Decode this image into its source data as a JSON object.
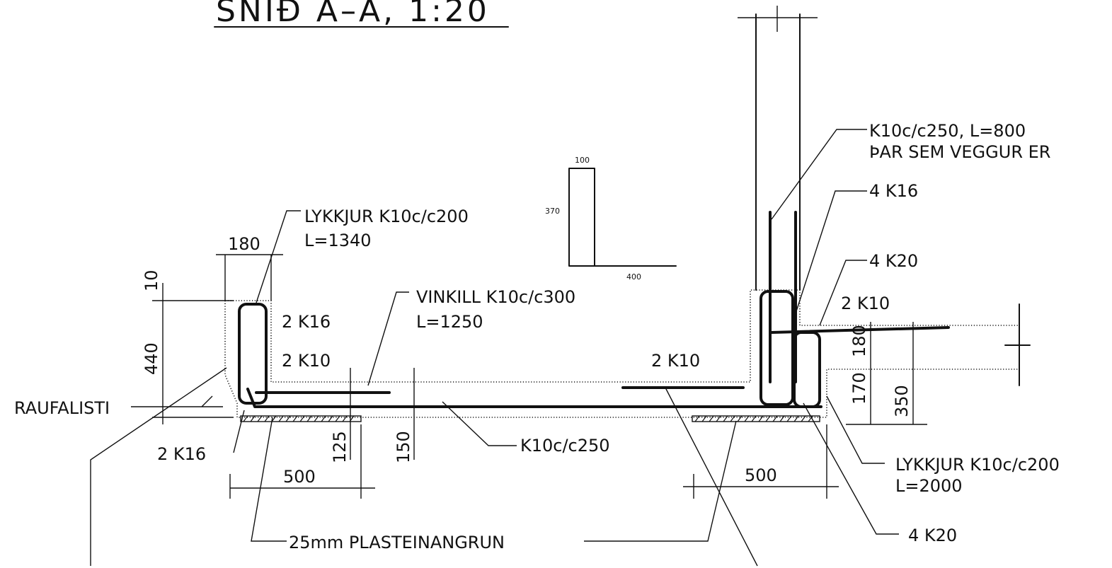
{
  "title": "SNIÐ A–A, 1:20",
  "callouts": {
    "k10_wall": "K10c/c250, L=800",
    "wall_note": "ÞAR SEM VEGGUR ER",
    "k16_right": "4 K16",
    "k20_upper": "4 K20",
    "k10_right": "2 K10",
    "loop_left": "LYKKJUR K10c/c200",
    "loop_left_len": "L=1340",
    "k16_left": "2 K16",
    "k10_left": "2 K10",
    "angle": "VINKILL K10c/c300",
    "angle_len": "L=1250",
    "k10_mid": "2 K10",
    "groove": "RAUFALISTI",
    "k16_bottom": "2 K16",
    "k10_slab": "K10c/c250",
    "loop_right": "LYKKJUR K10c/c200",
    "loop_right_len": "L=2000",
    "k20_lower": "4 K20",
    "insulation": "25mm PLASTEINANGRUN"
  },
  "dimensions": {
    "d180": "180",
    "d10": "10",
    "d440": "440",
    "d500_left": "500",
    "d125": "125",
    "d150": "150",
    "d500_right": "500",
    "d180_right": "180",
    "d170": "170",
    "d350": "350"
  },
  "bar_shape": {
    "top": "100",
    "side": "370",
    "bottom": "400"
  }
}
